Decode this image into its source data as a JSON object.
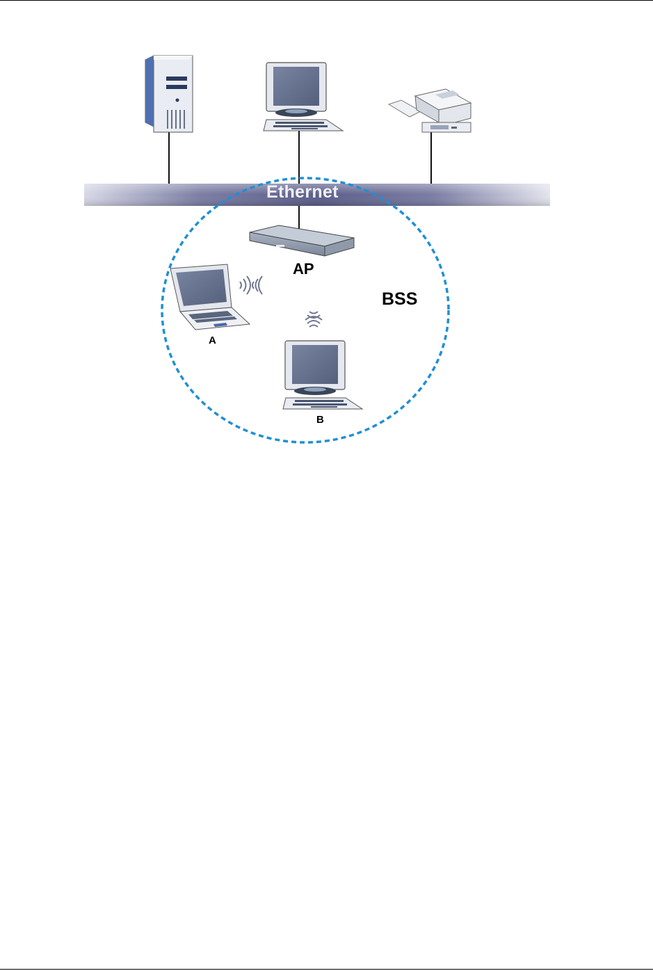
{
  "diagram": {
    "network_label": "Ethernet",
    "access_point_label": "AP",
    "bss_label": "BSS",
    "station_a_label": "A",
    "station_b_label": "B",
    "colors": {
      "bus": "#6a6d96",
      "bss_boundary": "#1f8fd4",
      "device_body": "#e6e8f0",
      "screen": "#5f6e8c",
      "server_front": "#4f6fb0"
    },
    "icons": [
      "server-icon",
      "desktop-computer-icon",
      "printer-icon",
      "access-point-icon",
      "laptop-icon",
      "wireless-signal-icon"
    ]
  }
}
